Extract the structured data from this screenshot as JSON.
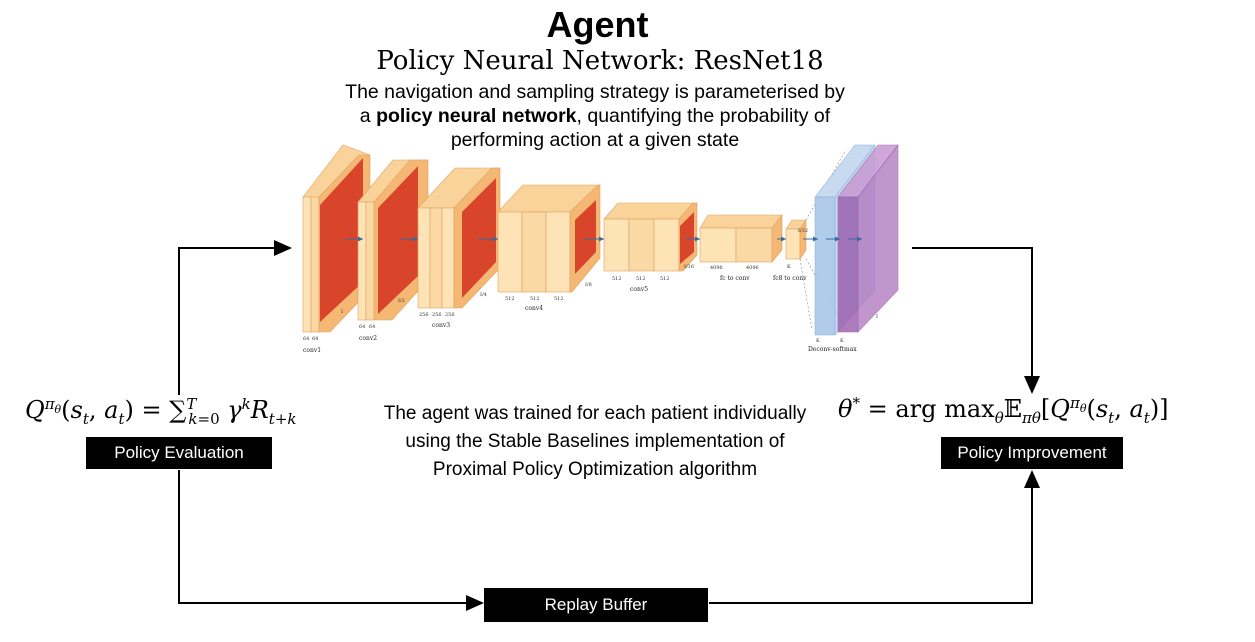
{
  "title": "Agent",
  "subtitle": "Policy Neural Network: ResNet18",
  "description": {
    "line1": "The navigation and sampling strategy is parameterised by",
    "line2_prefix": "a ",
    "line2_bold": "policy neural network",
    "line2_suffix": ", quantifying the probability of",
    "line3": "performing action at a given state"
  },
  "note": {
    "line1": "The agent was trained for each patient individually",
    "line2": "using the Stable Baselines implementation of",
    "line3": "Proximal Policy Optimization algorithm"
  },
  "boxes": {
    "policy_evaluation": "Policy Evaluation",
    "policy_improvement": "Policy Improvement",
    "replay_buffer": "Replay Buffer"
  },
  "network_labels": {
    "conv1": "conv1",
    "conv2": "conv2",
    "conv3": "conv3",
    "conv4": "conv4",
    "conv5": "conv5",
    "fc_to_conv": "fc to conv",
    "fc8_to_conv": "fc8 to conv",
    "deconv_softmax": "Deconv-softmax",
    "n64": "64",
    "n256": "256",
    "n512": "512",
    "n4096": "4096",
    "k": "K",
    "i": "I",
    "i2": "I/2",
    "i4": "I/4",
    "i8": "I/8",
    "i16": "I/16",
    "i32": "I/32"
  },
  "colors": {
    "conv_face": "#fde3b5",
    "conv_dark": "#f5b874",
    "relu": "#d9452a",
    "deconv": "#a9c6e8",
    "softmax": "#9a5bab",
    "arrow": "#000000"
  }
}
